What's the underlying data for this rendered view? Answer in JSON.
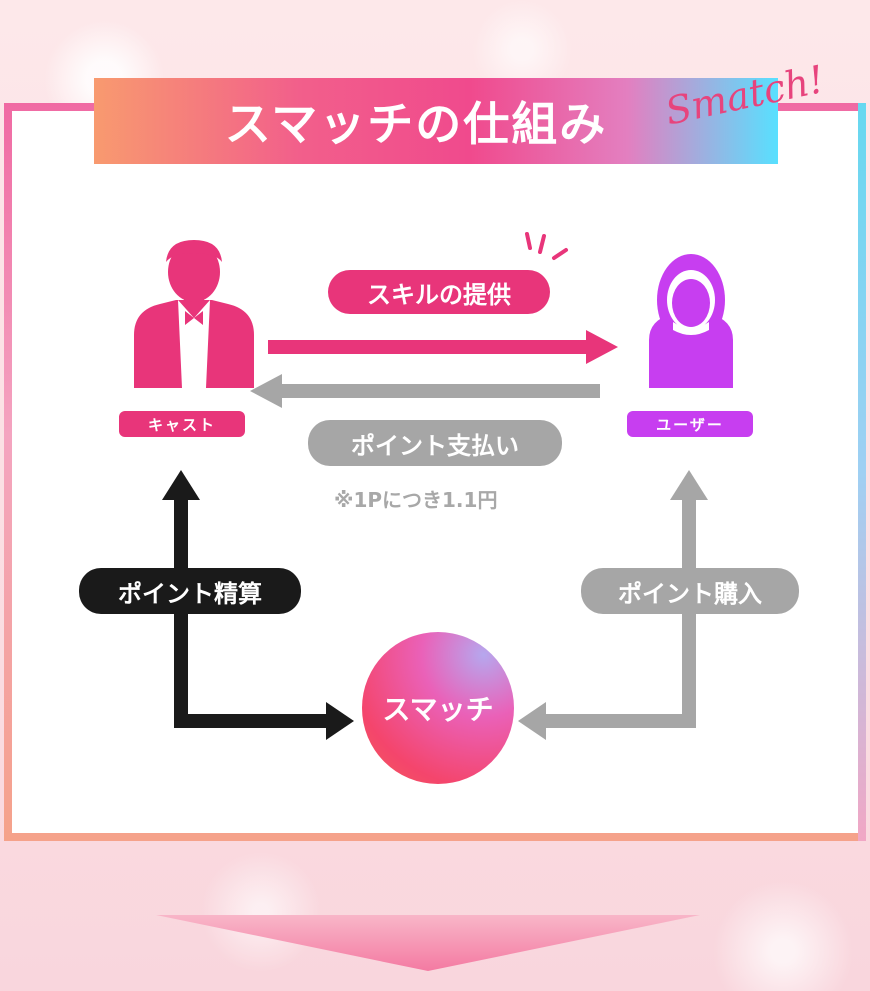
{
  "title": "スマッチの仕組み",
  "script_logo": "Smatch!",
  "nodes": {
    "cast": "キャスト",
    "user": "ユーザー",
    "smatch": "スマッチ"
  },
  "flows": {
    "skill_provision": "スキルの提供",
    "point_payment": "ポイント支払い",
    "rate_note": "※1Pにつき1.1円",
    "point_settlement": "ポイント精算",
    "point_purchase": "ポイント購入"
  },
  "colors": {
    "cast": "#e8357a",
    "user": "#c73ef0",
    "skill_flow": "#e8357a",
    "payment_flow": "#a6a6a6",
    "settlement_flow": "#1a1a1a",
    "purchase_flow": "#a6a6a6"
  }
}
